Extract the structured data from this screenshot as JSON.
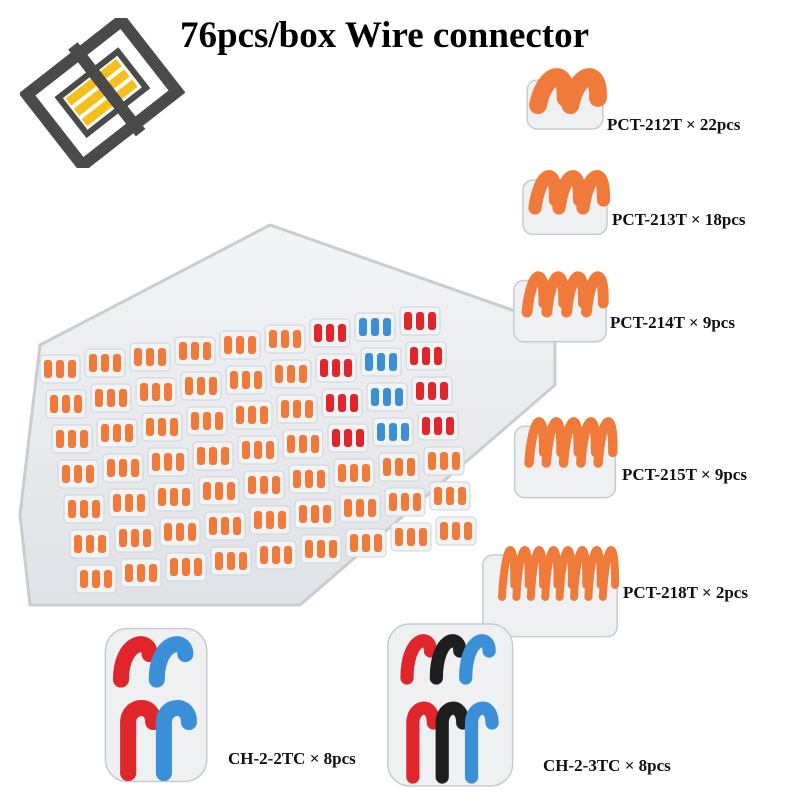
{
  "title": "76pcs/box Wire connector",
  "logo": {
    "icon": "brand-logo-icon",
    "colors": {
      "frame": "#4a4a4a",
      "bars": "#f5c01a"
    }
  },
  "products": [
    {
      "id": "pct212",
      "label": "PCT-212T × 22pcs",
      "levers": 2,
      "lever_color": "#f07a3a"
    },
    {
      "id": "pct213",
      "label": "PCT-213T × 18pcs",
      "levers": 3,
      "lever_color": "#f07a3a"
    },
    {
      "id": "pct214",
      "label": "PCT-214T × 9pcs",
      "levers": 4,
      "lever_color": "#f07a3a"
    },
    {
      "id": "pct215",
      "label": "PCT-215T × 9pcs",
      "levers": 5,
      "lever_color": "#f07a3a"
    },
    {
      "id": "pct218",
      "label": "PCT-218T × 2pcs",
      "levers": 8,
      "lever_color": "#f07a3a"
    },
    {
      "id": "ch22",
      "label": "CH-2-2TC × 8pcs",
      "lever_colors": [
        "#e0262a",
        "#3a8fd6"
      ]
    },
    {
      "id": "ch23",
      "label": "CH-2-3TC × 8pcs",
      "lever_colors": [
        "#e0262a",
        "#1e1e1e",
        "#3a8fd6"
      ]
    }
  ],
  "colors": {
    "orange": "#f07a3a",
    "red": "#e0262a",
    "blue": "#3a8fd6",
    "black": "#1e1e1e",
    "clear": "#eef0f2"
  }
}
